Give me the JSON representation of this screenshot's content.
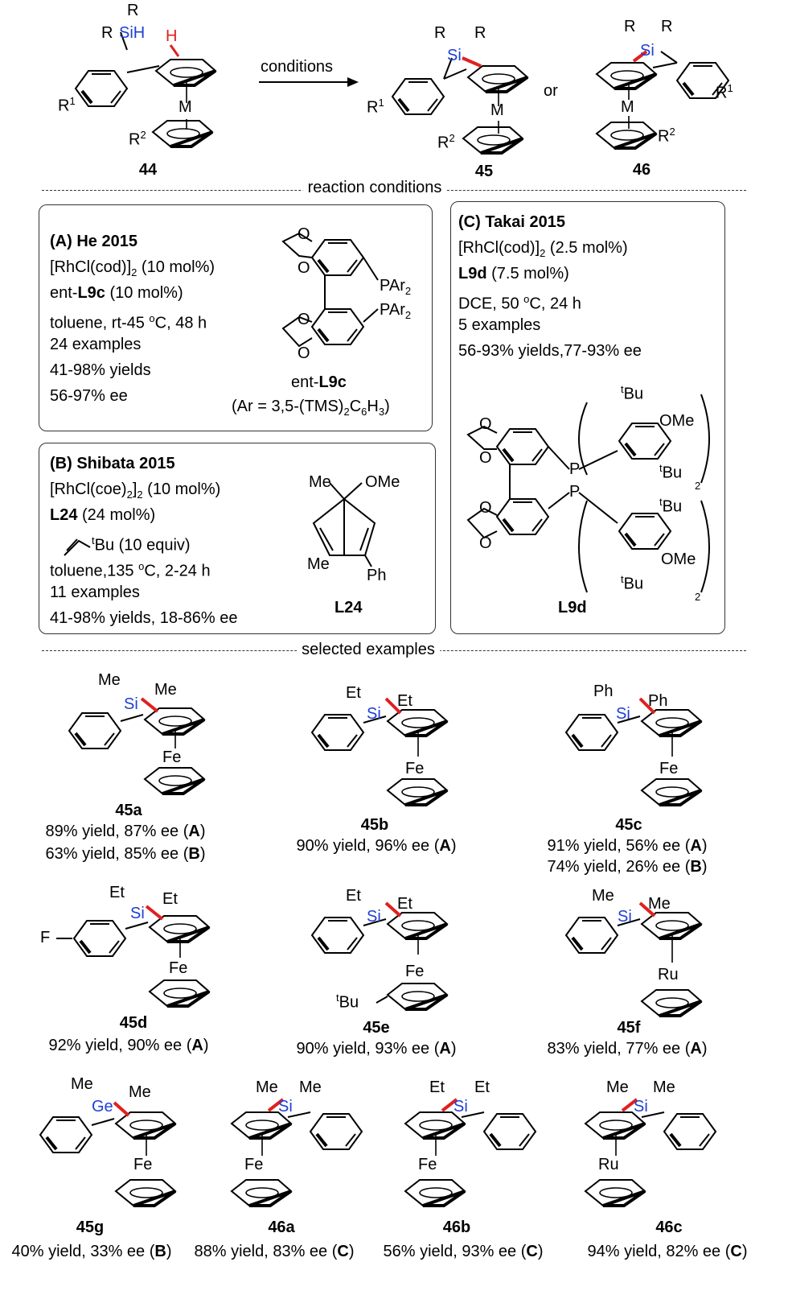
{
  "scheme": {
    "arrow_label": "conditions",
    "or_label": "or",
    "compounds": [
      "44",
      "45",
      "46"
    ],
    "atoms": {
      "R": "R",
      "SiH": "SiH",
      "H": "H",
      "Si": "Si",
      "M": "M",
      "R1": "R",
      "R1_sup": "1",
      "R2": "R",
      "R2_sup": "2"
    }
  },
  "sections": {
    "conditions": "reaction conditions",
    "examples": "selected examples"
  },
  "boxes": [
    {
      "title": "(A) He 2015",
      "lines": [
        "[RhCl(cod)]",
        "ent-",
        "L9c",
        " (10 mol%)",
        "toluene, rt-45 ",
        "C, 48 h",
        "24 examples",
        "41-98% yields",
        " 56-97% ee"
      ],
      "cat_1_sub": "2",
      "cat_1_rest": " (10 mol%)",
      "ligand_label_prefix": "ent-",
      "ligand_label": "L9c",
      "ligand_note": "(Ar = 3,5-(TMS)",
      "ligand_note_sub1": "2",
      "ligand_note_mid": "C",
      "ligand_note_sub2": "6",
      "ligand_note_end": "H",
      "ligand_note_sub3": "3",
      "ligand_note_close": ")",
      "o_sup": "o",
      "atoms": {
        "O": "O",
        "PAr": "PAr",
        "sub2": "2"
      }
    },
    {
      "title": "(B) Shibata 2015",
      "cat": "[RhCl(coe)",
      "cat_sub": "2",
      "cat_sub2": "2",
      "cat_rest": " (10 mol%)",
      "ligand": "L24",
      "ligand_rest": "  (24 mol%)",
      "alkene_sup": "t",
      "alkene": "Bu  (10 equiv)",
      "line4a": "toluene,135 ",
      "line4b": "C, 2-24 h",
      "o_sup": "o",
      "line5": "11 examples",
      "line6": "41-98% yields, 18-86% ee",
      "ligand_label": "L24",
      "atoms": {
        "Me": "Me",
        "OMe": "OMe",
        "Ph": "Ph"
      }
    },
    {
      "title": "(C) Takai 2015",
      "cat": "[RhCl(cod)]",
      "cat_sub": "2",
      "cat_rest": " (2.5 mol%)",
      "ligand": "L9d",
      "ligand_rest": "  (7.5 mol%)",
      "line3a": "DCE, 50 ",
      "line3b": "C, 24 h",
      "o_sup": "o",
      "line4": "5 examples",
      "line5": "56-93% yields,77-93% ee",
      "ligand_label": "L9d",
      "atoms": {
        "P": "P",
        "O": "O",
        "tBu_sup": "t",
        "Bu": "Bu",
        "OMe": "OMe",
        "sub2": "2"
      }
    }
  ],
  "examples": [
    {
      "id": "45a",
      "sub1": "Me",
      "sub2": "Me",
      "het": "Si",
      "metal": "Fe",
      "lines": [
        [
          "89% yield, 87% ee (",
          "A",
          ")"
        ],
        [
          "63% yield, 85% ee (",
          "B",
          ")"
        ]
      ]
    },
    {
      "id": "45b",
      "sub1": "Et",
      "sub2": "Et",
      "het": "Si",
      "metal": "Fe",
      "lines": [
        [
          "90% yield, 96% ee (",
          "A",
          ")"
        ]
      ]
    },
    {
      "id": "45c",
      "sub1": "Ph",
      "sub2": "Ph",
      "het": "Si",
      "metal": "Fe",
      "lines": [
        [
          "91% yield, 56% ee (",
          "A",
          ")"
        ],
        [
          "74% yield, 26% ee (",
          "B",
          ")"
        ]
      ]
    },
    {
      "id": "45d",
      "sub1": "Et",
      "sub2": "Et",
      "het": "Si",
      "metal": "Fe",
      "extra": "F",
      "lines": [
        [
          "92% yield, 90% ee  (",
          "A",
          ")"
        ]
      ]
    },
    {
      "id": "45e",
      "sub1": "Et",
      "sub2": "Et",
      "het": "Si",
      "metal": "Fe",
      "extra_sup": "t",
      "extra": "Bu",
      "lines": [
        [
          "90% yield, 93% ee (",
          "A",
          ")"
        ]
      ]
    },
    {
      "id": "45f",
      "sub1": "Me",
      "sub2": "Me",
      "het": "Si",
      "metal": "Ru",
      "lines": [
        [
          "83% yield, 77% ee (",
          "A",
          ")"
        ]
      ]
    },
    {
      "id": "45g",
      "sub1": "Me",
      "sub2": "Me",
      "het": "Ge",
      "metal": "Fe",
      "lines": [
        [
          "40% yield, 33% ee (",
          "B",
          ")"
        ]
      ]
    },
    {
      "id": "46a",
      "sub1": "Me",
      "sub2": "Me",
      "het": "Si",
      "metal": "Fe",
      "lines": [
        [
          "88% yield, 83% ee  (",
          "C",
          ")"
        ]
      ]
    },
    {
      "id": "46b",
      "sub1": "Et",
      "sub2": "Et",
      "het": "Si",
      "metal": "Fe",
      "lines": [
        [
          "56% yield, 93% ee  (",
          "C",
          ")"
        ]
      ]
    },
    {
      "id": "46c",
      "sub1": "Me",
      "sub2": "Me",
      "het": "Si",
      "metal": "Ru",
      "lines": [
        [
          "94% yield, 82% ee  (",
          "C",
          ")"
        ]
      ]
    }
  ],
  "colors": {
    "silicon": "#1f3fd6",
    "bond_highlight": "#e02020",
    "line": "#000000",
    "frame": "#333333"
  }
}
